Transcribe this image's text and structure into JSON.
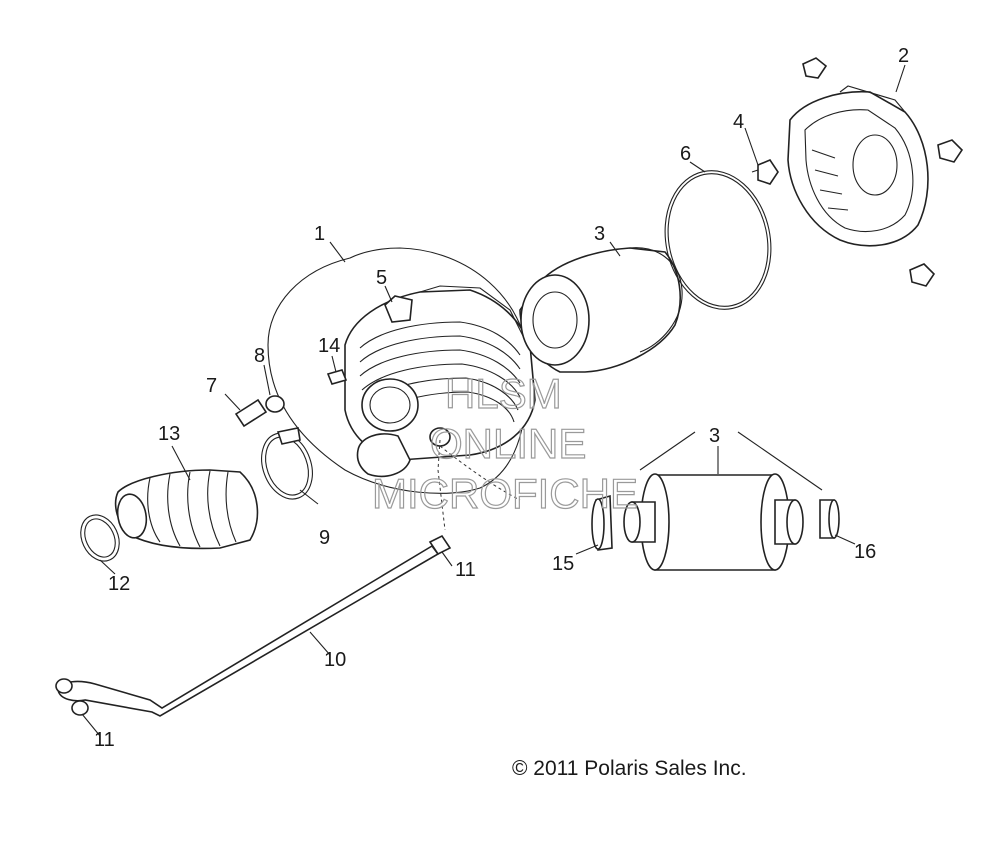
{
  "callouts": [
    {
      "id": "c1",
      "text": "1"
    },
    {
      "id": "c2",
      "text": "2"
    },
    {
      "id": "c3a",
      "text": "3"
    },
    {
      "id": "c3b",
      "text": "3"
    },
    {
      "id": "c4",
      "text": "4"
    },
    {
      "id": "c5",
      "text": "5"
    },
    {
      "id": "c6",
      "text": "6"
    },
    {
      "id": "c7",
      "text": "7"
    },
    {
      "id": "c8",
      "text": "8"
    },
    {
      "id": "c9",
      "text": "9"
    },
    {
      "id": "c10",
      "text": "10"
    },
    {
      "id": "c11a",
      "text": "11"
    },
    {
      "id": "c11b",
      "text": "11"
    },
    {
      "id": "c12",
      "text": "12"
    },
    {
      "id": "c13",
      "text": "13"
    },
    {
      "id": "c14",
      "text": "14"
    },
    {
      "id": "c15",
      "text": "15"
    },
    {
      "id": "c16",
      "text": "16"
    }
  ],
  "watermark": {
    "line1": "HLSM",
    "line2": "ONLINE",
    "line3": "MICROFICHE"
  },
  "copyright": "© 2011  Polaris Sales Inc."
}
